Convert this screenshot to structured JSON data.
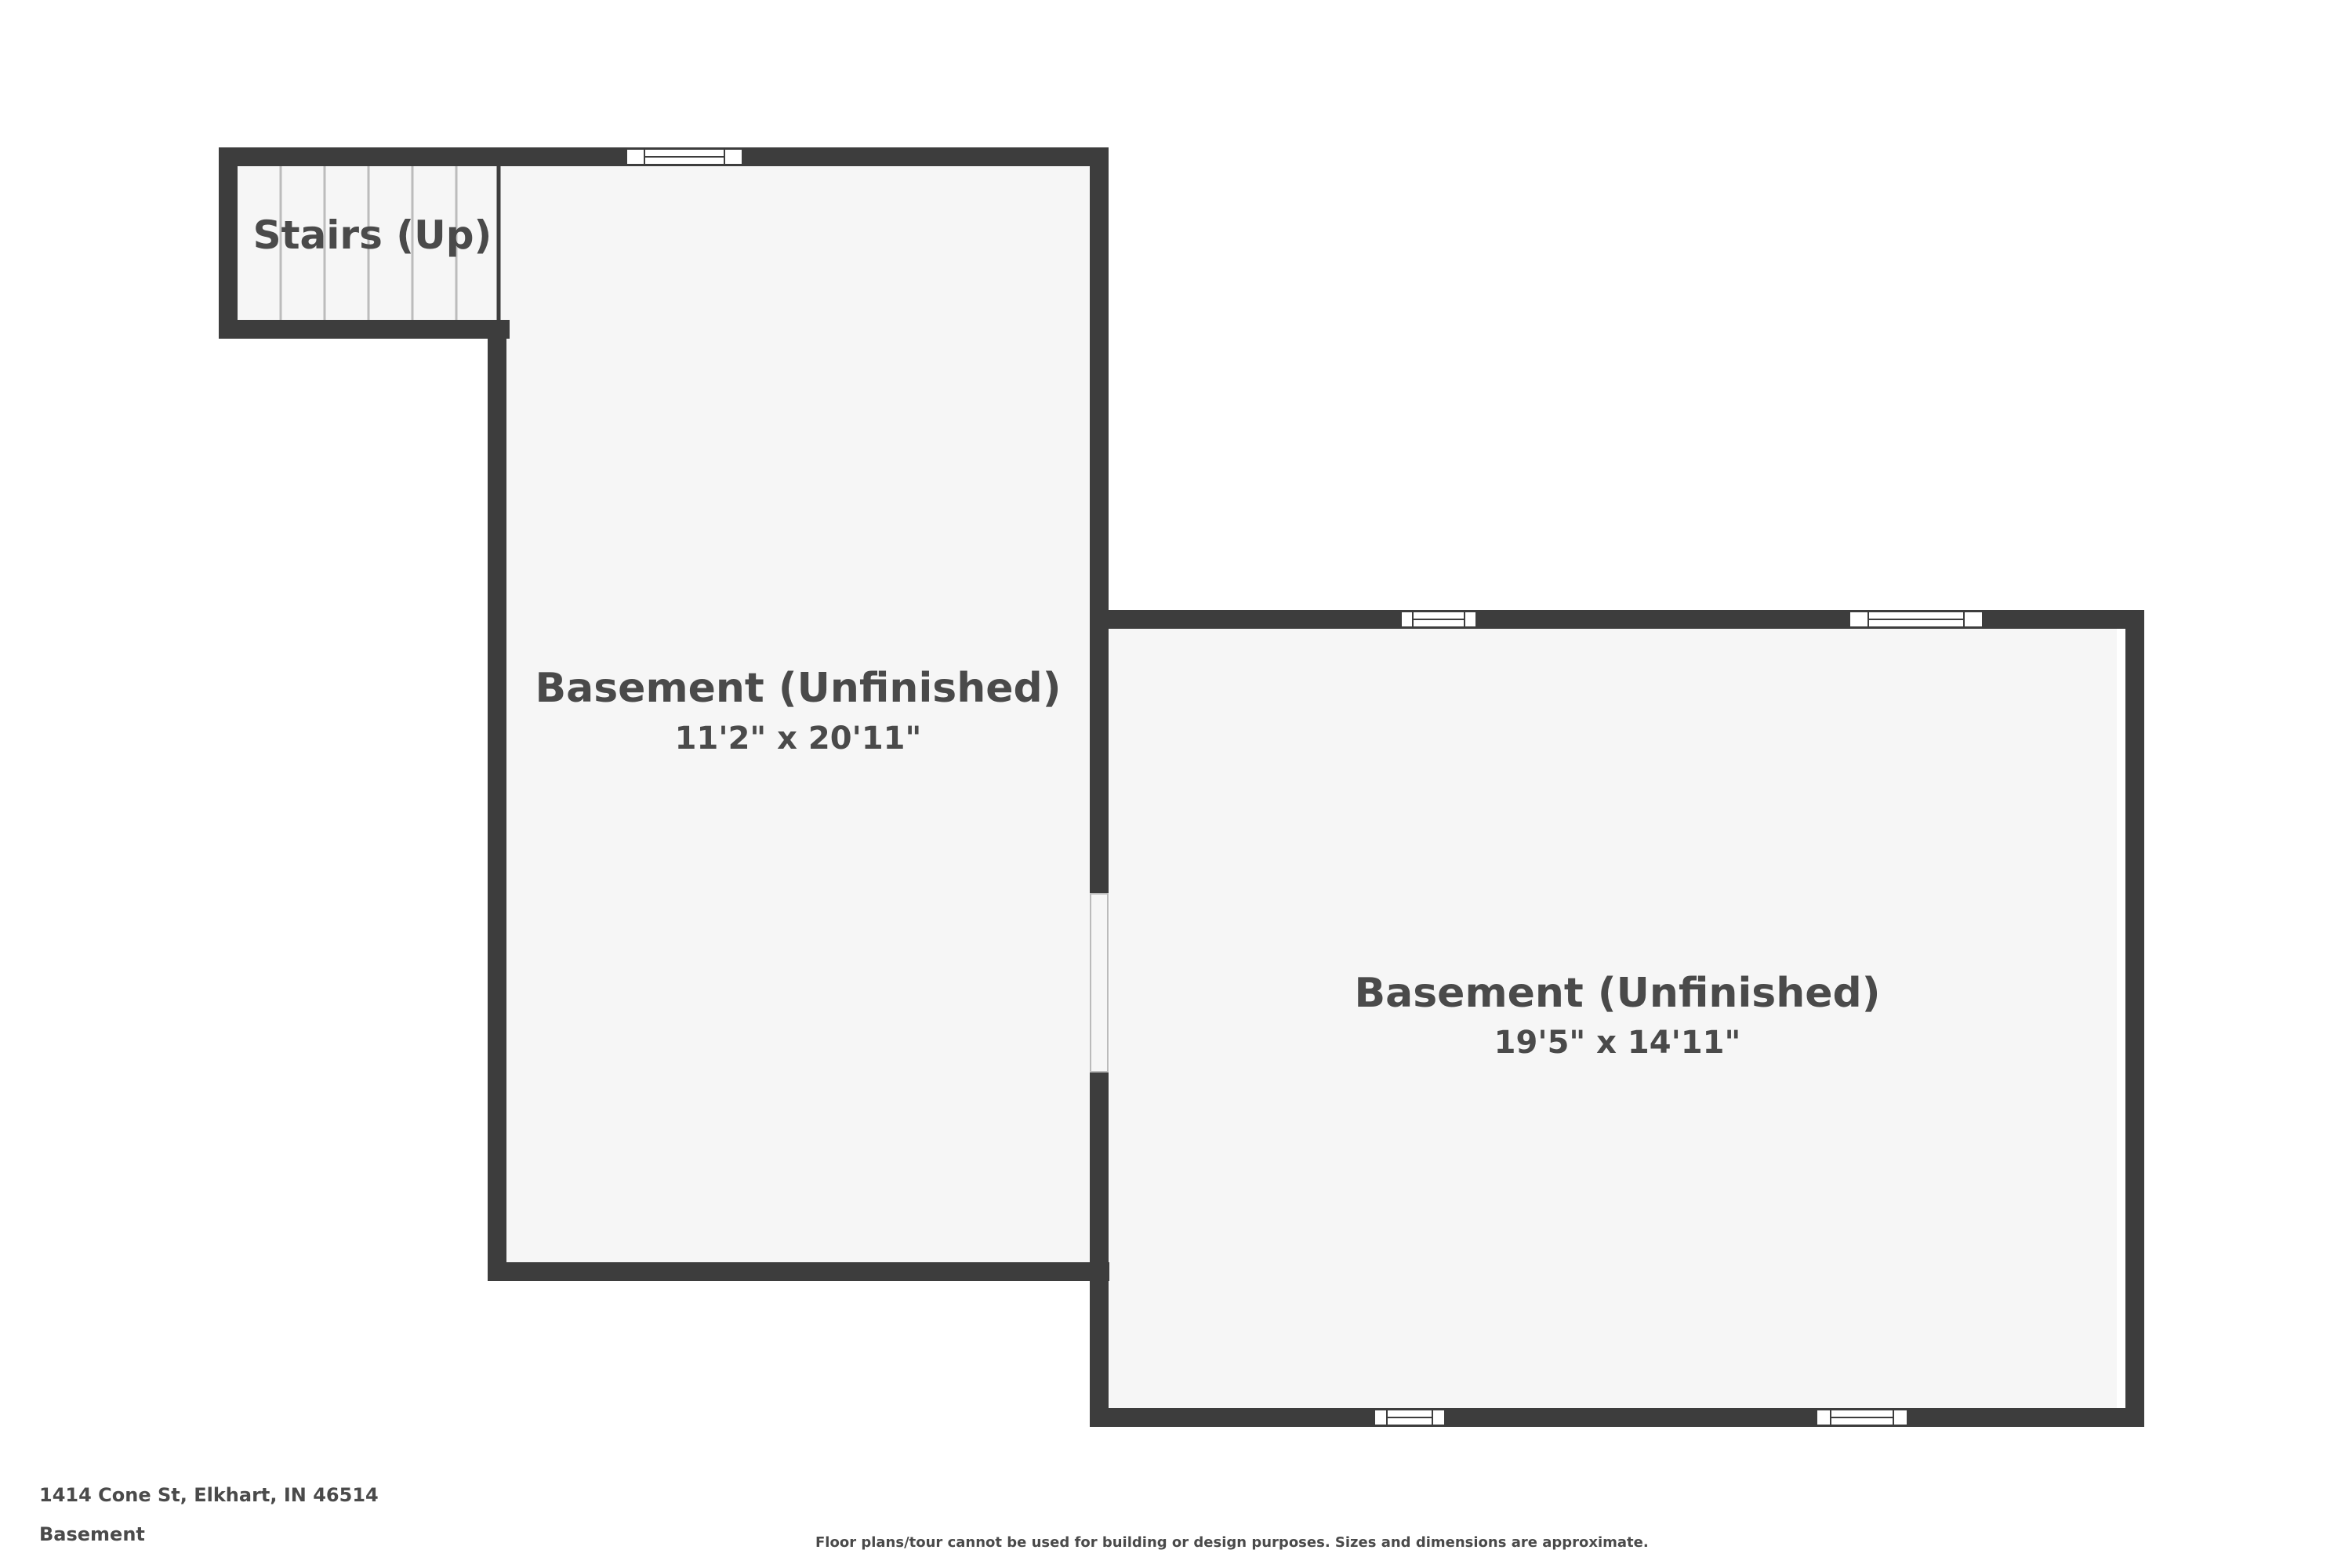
{
  "colors": {
    "wall": "#3d3d3d",
    "floor": "#f6f6f6",
    "text": "#4a4a4a",
    "stair_line": "#bcbcbc",
    "window": "#ffffff"
  },
  "rooms": {
    "stairs": {
      "title": "Stairs (Up)"
    },
    "basement_left": {
      "title": "Basement (Unfinished)",
      "dimensions": "11'2\" x 20'11\""
    },
    "basement_right": {
      "title": "Basement (Unfinished)",
      "dimensions": "19'5\" x 14'11\""
    }
  },
  "footer": {
    "address": "1414 Cone St, Elkhart, IN 46514",
    "floor_name": "Basement",
    "disclaimer": "Floor plans/tour cannot be used for building or design purposes. Sizes and dimensions are approximate."
  }
}
